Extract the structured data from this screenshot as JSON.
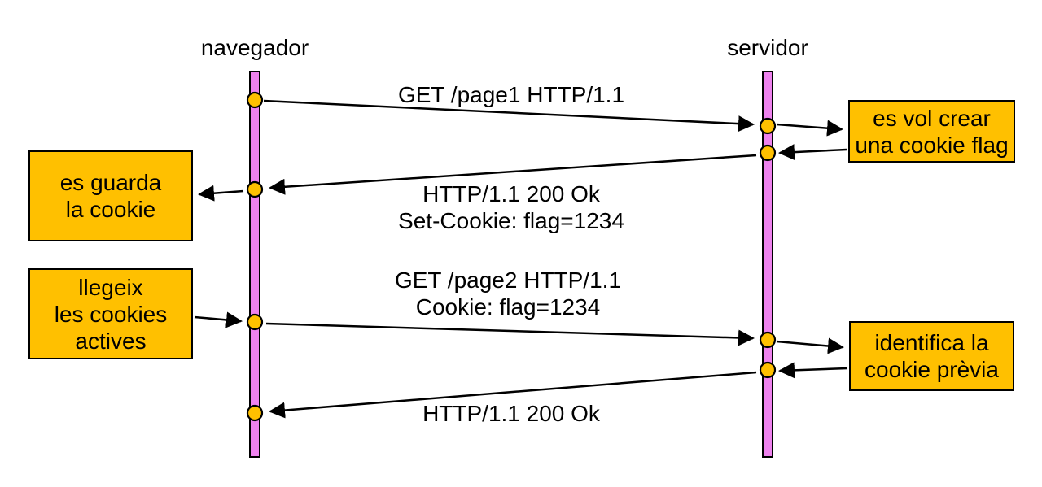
{
  "diagram": {
    "type": "sequence-diagram",
    "actors": [
      {
        "id": "navegador",
        "label": "navegador"
      },
      {
        "id": "servidor",
        "label": "servidor"
      }
    ],
    "messages": [
      {
        "id": "request-page1",
        "from": "navegador",
        "to": "servidor",
        "lines": [
          "GET /page1 HTTP/1.1"
        ]
      },
      {
        "id": "response-page1",
        "from": "servidor",
        "to": "navegador",
        "lines": [
          "HTTP/1.1 200 Ok",
          "Set-Cookie: flag=1234"
        ]
      },
      {
        "id": "request-page2",
        "from": "navegador",
        "to": "servidor",
        "lines": [
          "GET /page2 HTTP/1.1",
          "Cookie: flag=1234"
        ]
      },
      {
        "id": "response-page2",
        "from": "servidor",
        "to": "navegador",
        "lines": [
          "HTTP/1.1 200 Ok"
        ]
      }
    ],
    "notes": [
      {
        "id": "note-crear-cookie",
        "side": "servidor",
        "lines": [
          "es vol crear",
          "una cookie flag"
        ]
      },
      {
        "id": "note-guarda-cookie",
        "side": "navegador",
        "lines": [
          "es guarda",
          "la cookie"
        ]
      },
      {
        "id": "note-llegeix-cookies",
        "side": "navegador",
        "lines": [
          "llegeix",
          "les cookies",
          "actives"
        ]
      },
      {
        "id": "note-identifica-cookie",
        "side": "servidor",
        "lines": [
          "identifica la",
          "cookie prèvia"
        ]
      }
    ],
    "colors": {
      "lifeline": "#EE82EE",
      "node": "#FFC000",
      "line": "#000000",
      "background": "#FFFFFF"
    }
  }
}
